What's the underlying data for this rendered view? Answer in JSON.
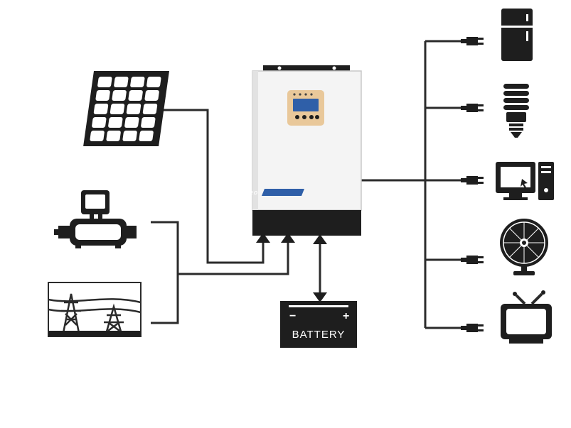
{
  "inverter": {
    "brand": "URAYZERO",
    "screen_color": "#e9c89a",
    "display_color": "#2f5fa8"
  },
  "sources": [
    {
      "name": "solar-panel",
      "icon": "solar-panel-icon"
    },
    {
      "name": "generator",
      "icon": "generator-icon"
    },
    {
      "name": "utility-grid",
      "icon": "power-tower-icon"
    }
  ],
  "battery": {
    "label": "BATTERY"
  },
  "loads": [
    {
      "name": "refrigerator",
      "icon": "refrigerator-icon"
    },
    {
      "name": "light-bulb",
      "icon": "cfl-bulb-icon"
    },
    {
      "name": "computer",
      "icon": "computer-icon"
    },
    {
      "name": "fan",
      "icon": "fan-icon"
    },
    {
      "name": "television",
      "icon": "tv-icon"
    }
  ],
  "colors": {
    "line": "#2b2b2b",
    "inverter_body": "#f4f4f4",
    "inverter_base": "#1e1e1e"
  }
}
